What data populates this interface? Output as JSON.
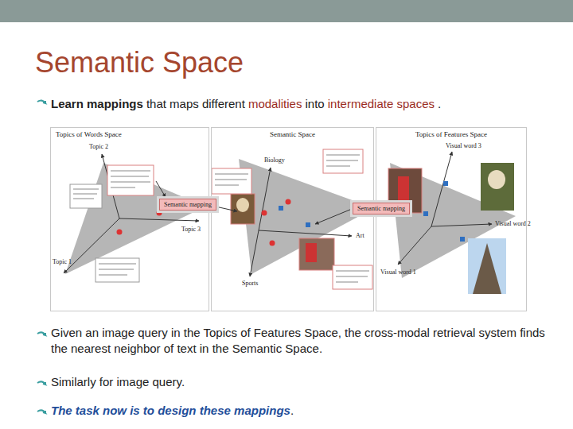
{
  "diagram": {
    "title": "Semantic Space",
    "nodes": [
      {
        "text": [
          "Topics of Words Space"
        ]
      },
      {
        "text": [
          "Semantic Space"
        ]
      },
      {
        "text": [
          "Topics of Features Space"
        ]
      },
      {
        "text": [
          "Semantic mapping"
        ]
      },
      {
        "text": [
          "Semantic mapping"
        ]
      }
    ],
    "labels": [
      "Learn mappings",
      "that maps different",
      "modalities",
      "into",
      "intermediate spaces",
      ".",
      "Topic 2",
      "Topic 1",
      "Topic 3",
      "Biology",
      "Art",
      "Sports",
      "Visual word 3",
      "Visual word 2",
      "Visual word 1",
      "Given an image query  in the Topics of  Features Space,  the cross-modal retrieval  system finds the nearest neighbor of text in the Semantic Space.",
      "Similarly for image query.",
      "The task now is to design these mappings",
      "."
    ]
  }
}
